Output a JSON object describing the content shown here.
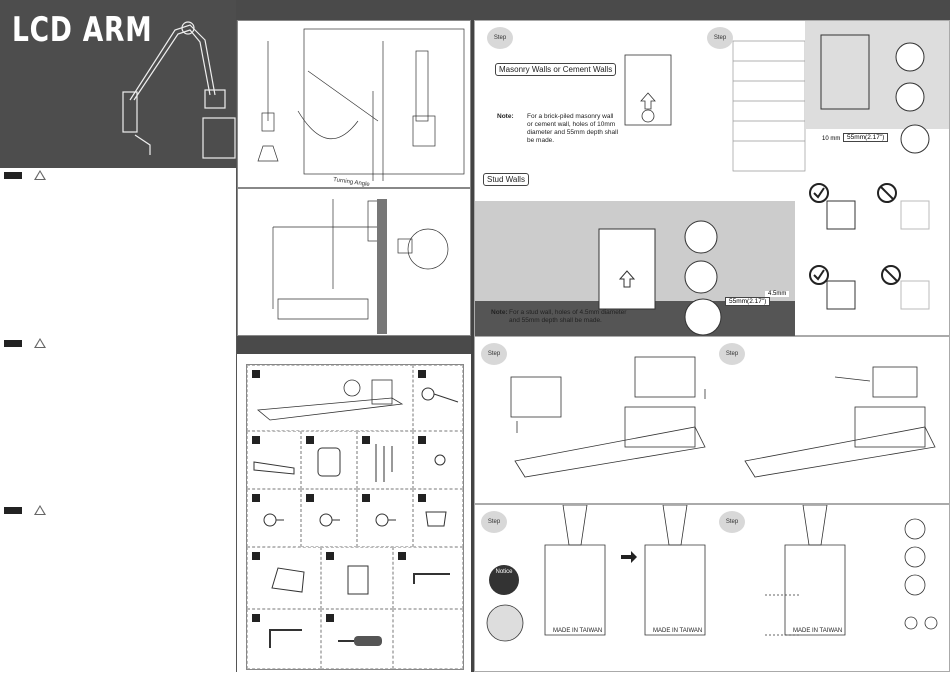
{
  "cover": {
    "title": "LCD ARM"
  },
  "diagram_a": {
    "label": "Turning Angle"
  },
  "steps": {
    "step_label": "Step",
    "masonry_title": "Masonry Walls or Cement Walls",
    "masonry_note_label": "Note:",
    "masonry_note": "For a brick-piled masonry wall or cement wall, holes of 10mm diameter and 55mm depth shall be made.",
    "stud_title": "Stud Walls",
    "stud_note_label": "Note:",
    "stud_note": "For a stud wall, holes of 4.5mm diameter and 55mm depth shall be made.",
    "masonry_depth": "55mm(2.17\")",
    "masonry_dia": "10 mm",
    "stud_depth": "55mm(2.17\")",
    "stud_dia": "4.5mm",
    "made_in": "MADE IN TAIWAN",
    "notice": "Notice"
  }
}
